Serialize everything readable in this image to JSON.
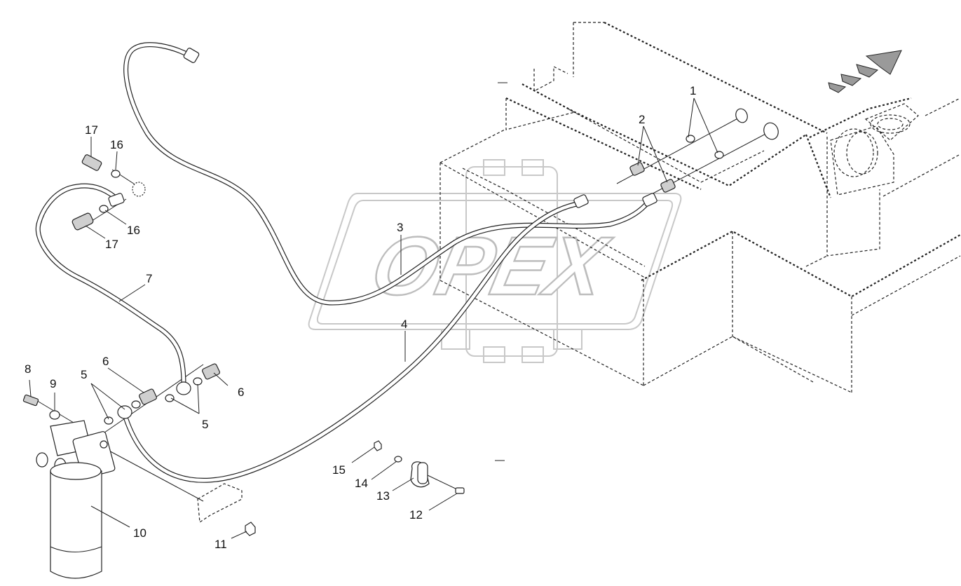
{
  "diagram": {
    "watermark": "OPEX",
    "callouts": [
      {
        "id": "c1",
        "text": "1"
      },
      {
        "id": "c2",
        "text": "2"
      },
      {
        "id": "c3",
        "text": "3"
      },
      {
        "id": "c4",
        "text": "4"
      },
      {
        "id": "c5a",
        "text": "5"
      },
      {
        "id": "c5b",
        "text": "5"
      },
      {
        "id": "c6a",
        "text": "6"
      },
      {
        "id": "c6b",
        "text": "6"
      },
      {
        "id": "c7",
        "text": "7"
      },
      {
        "id": "c8",
        "text": "8"
      },
      {
        "id": "c9",
        "text": "9"
      },
      {
        "id": "c10",
        "text": "10"
      },
      {
        "id": "c11",
        "text": "11"
      },
      {
        "id": "c12",
        "text": "12"
      },
      {
        "id": "c13",
        "text": "13"
      },
      {
        "id": "c14",
        "text": "14"
      },
      {
        "id": "c15",
        "text": "15"
      },
      {
        "id": "c16a",
        "text": "16"
      },
      {
        "id": "c16b",
        "text": "16"
      },
      {
        "id": "c17a",
        "text": "17"
      },
      {
        "id": "c17b",
        "text": "17"
      }
    ]
  }
}
